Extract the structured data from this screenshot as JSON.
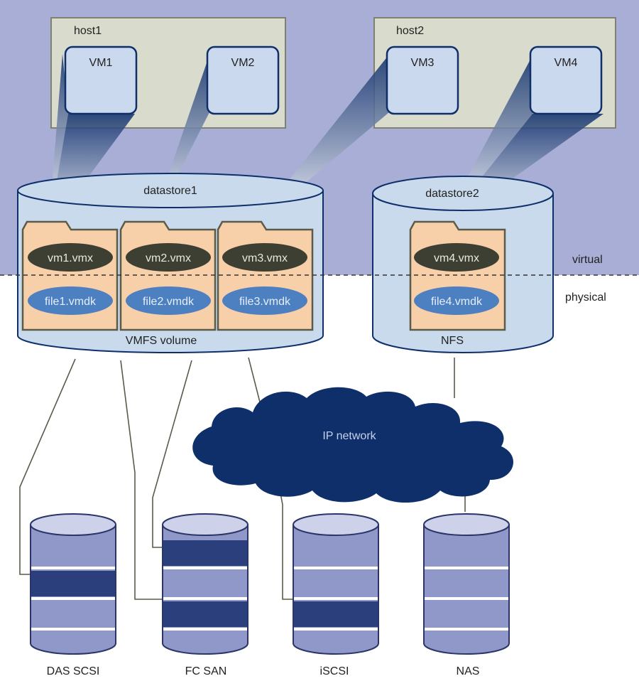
{
  "hosts": {
    "host1": {
      "label": "host1",
      "vms": [
        "VM1",
        "VM2"
      ]
    },
    "host2": {
      "label": "host2",
      "vms": [
        "VM3",
        "VM4"
      ]
    }
  },
  "datastores": {
    "datastore1": {
      "label": "datastore1",
      "volume_label": "VMFS volume",
      "folders": [
        {
          "vmx": "vm1.vmx",
          "vmdk": "file1.vmdk"
        },
        {
          "vmx": "vm2.vmx",
          "vmdk": "file2.vmdk"
        },
        {
          "vmx": "vm3.vmx",
          "vmdk": "file3.vmdk"
        }
      ]
    },
    "datastore2": {
      "label": "datastore2",
      "volume_label": "NFS",
      "folders": [
        {
          "vmx": "vm4.vmx",
          "vmdk": "file4.vmdk"
        }
      ]
    }
  },
  "layers": {
    "virtual": "virtual",
    "physical": "physical"
  },
  "network": {
    "label": "IP network"
  },
  "storage": [
    "DAS SCSI",
    "FC SAN",
    "iSCSI",
    "NAS"
  ],
  "colors": {
    "virtual_bg": "#a9aed6",
    "host_bg": "#d9dbcd",
    "host_border": "#7f8272",
    "vm_fill": "#cbd9ee",
    "vm_border": "#0f2f6b",
    "datastore_fill": "#c9daec",
    "datastore_border": "#0f2f6b",
    "folder_fill": "#f7cfa8",
    "folder_border": "#5b5b4a",
    "vmx_fill": "#3e3f33",
    "vmdk_fill": "#4d80c1",
    "cloud_fill": "#0f2f6b",
    "disk_light": "#8f98c8",
    "disk_dark": "#2a3f7c",
    "disk_top": "#cdd2ea",
    "cable": "#5a5a4a"
  }
}
